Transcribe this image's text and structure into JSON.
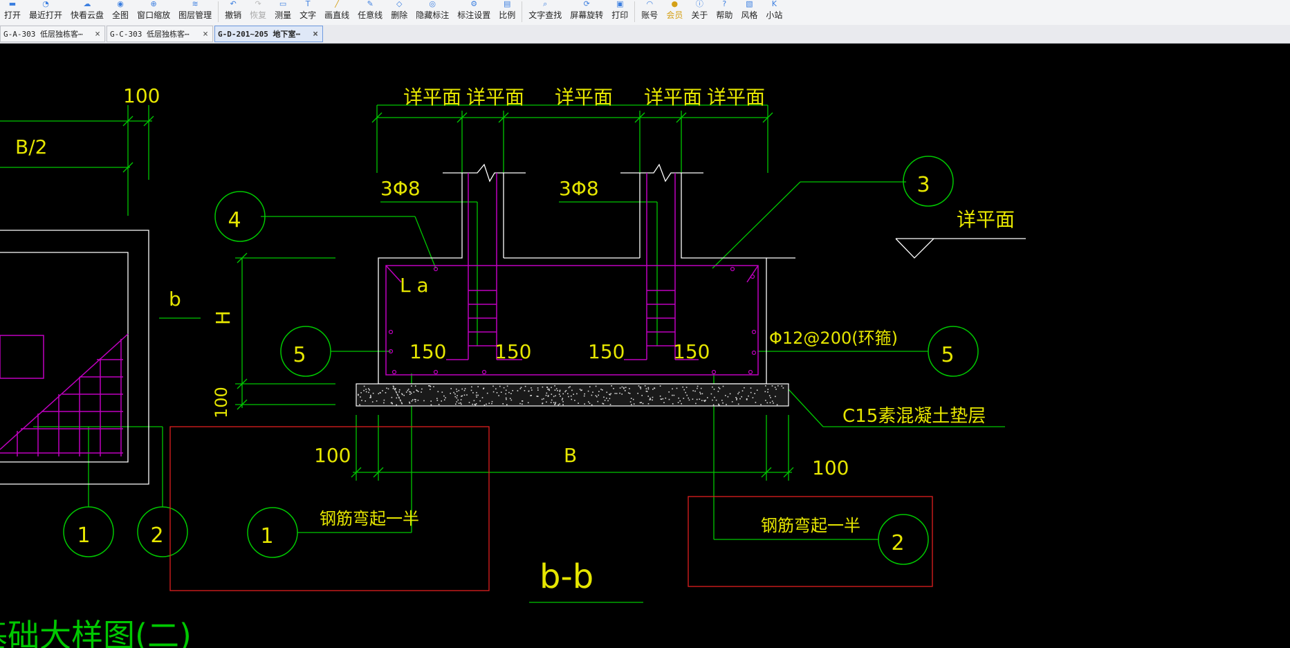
{
  "toolbar": {
    "open": "打开",
    "recent": "最近打开",
    "cloud": "快看云盘",
    "full_view": "全图",
    "window_zoom": "窗口缩放",
    "layers": "图层管理",
    "undo": "撤销",
    "redo": "恢复",
    "measure": "测量",
    "text": "文字",
    "line": "画直线",
    "freeline": "任意线",
    "delete": "删除",
    "hide_marks": "隐藏标注",
    "mark_settings": "标注设置",
    "scale": "比例",
    "text_search": "文字查找",
    "rotate": "屏幕旋转",
    "print": "打印",
    "account": "账号",
    "vip": "会员",
    "about": "关于",
    "help": "帮助",
    "style": "风格",
    "station": "小站"
  },
  "tabs": [
    {
      "title": "G-A-303 低层独栋客⋯",
      "close": "×"
    },
    {
      "title": "G-C-303 低层独栋客⋯",
      "close": "×"
    },
    {
      "title": "G-D-201~205 地下室⋯",
      "close": "×"
    }
  ],
  "drawing": {
    "dim_100_top": "100",
    "b_half": "B/2",
    "xiangpingmian": "详平面",
    "rebar_3phi8": "3Φ8",
    "la": "L a",
    "dim_150": "150",
    "H": "H",
    "b": "b",
    "dim_100_left": "100",
    "dim_100_bottom": "100",
    "B": "B",
    "hoop": "Φ12@200(环箍)",
    "cushion": "C15素混凝土垫层",
    "bend_half": "钢筋弯起一半",
    "section_title": "b-b",
    "drawing_title": "基础大样图(二)",
    "callouts": {
      "c1": "1",
      "c2": "2",
      "c3": "3",
      "c4": "4",
      "c5": "5"
    }
  },
  "colors": {
    "background": "#000000",
    "dim_line": "#00c800",
    "text": "#e6e600",
    "rebar": "#c000c0",
    "outline": "#ffffff",
    "frame": "#e02020"
  }
}
